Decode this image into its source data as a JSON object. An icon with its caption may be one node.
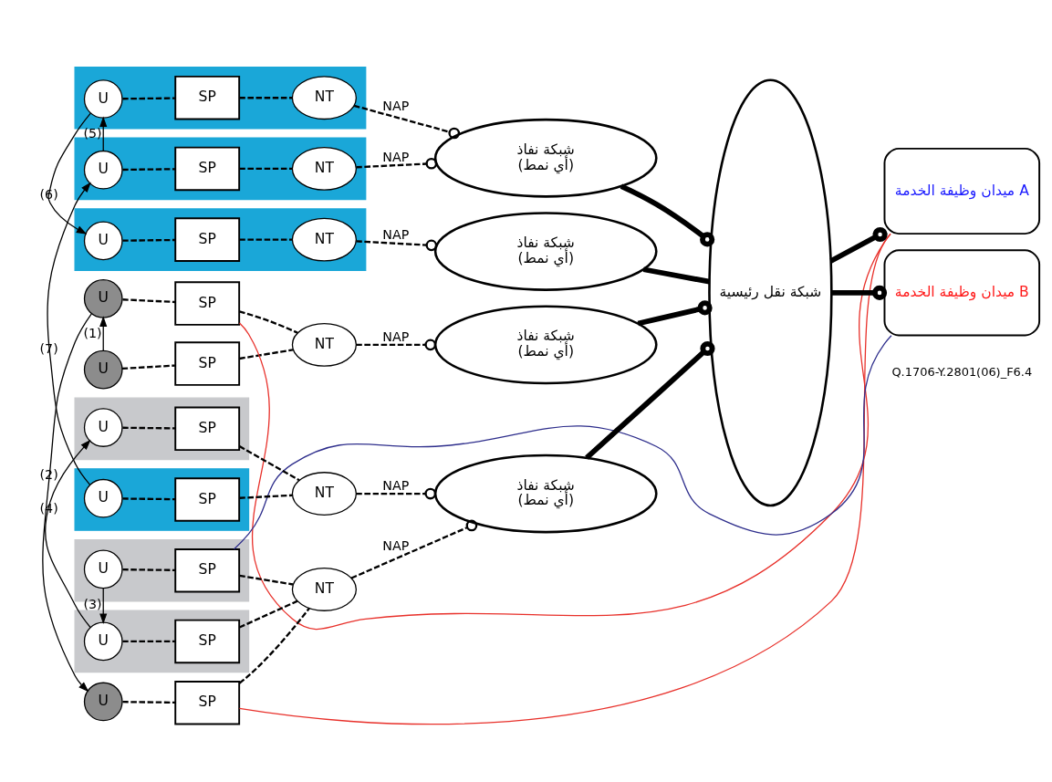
{
  "diagram": {
    "nodes": [
      {
        "text": [
          "U"
        ]
      },
      {
        "text": [
          "SP"
        ]
      },
      {
        "text": [
          "U"
        ]
      },
      {
        "text": [
          "SP"
        ]
      },
      {
        "text": [
          "NT"
        ]
      },
      {
        "text": [
          "U"
        ]
      },
      {
        "text": [
          "SP"
        ]
      },
      {
        "text": [
          "NT"
        ]
      },
      {
        "text": [],
        "shape": "box"
      },
      {
        "text": [
          "U"
        ],
        "in": 8
      },
      {
        "text": [
          "SP"
        ],
        "in": 8
      },
      {
        "text": [],
        "shape": "box"
      },
      {
        "text": [
          "U"
        ],
        "in": 11
      },
      {
        "text": [
          "SP"
        ],
        "in": 11
      },
      {
        "text": [],
        "shape": "box"
      },
      {
        "text": [
          "U"
        ],
        "in": 14
      },
      {
        "text": [
          "SP"
        ],
        "in": 14
      },
      {
        "text": [
          "NT"
        ]
      },
      {
        "text": [],
        "shape": "box"
      },
      {
        "text": [
          "U"
        ],
        "in": 18
      },
      {
        "text": [
          "SP"
        ],
        "in": 18
      },
      {
        "text": [],
        "shape": "box"
      },
      {
        "text": [
          "U"
        ],
        "in": 21
      },
      {
        "text": [
          "SP"
        ],
        "in": 21
      },
      {
        "text": [
          "NT"
        ],
        "in": 21
      },
      {
        "text": [],
        "shape": "box"
      },
      {
        "text": [
          "U"
        ],
        "in": 25
      },
      {
        "text": [
          "SP"
        ],
        "in": 25
      },
      {
        "text": [
          "NT"
        ],
        "in": 25
      },
      {
        "text": [],
        "shape": "box"
      },
      {
        "text": [
          "U"
        ],
        "in": 29
      },
      {
        "text": [
          "SP"
        ],
        "in": 29
      },
      {
        "text": [
          "NT"
        ],
        "in": 29
      },
      {
        "text": [
          "شبكة نفاذ",
          "(أي نمط)"
        ]
      },
      {
        "text": [
          "شبكة نفاذ",
          "(أي نمط)"
        ]
      },
      {
        "text": [
          "شبكة نفاذ",
          "(أي نمط)"
        ]
      },
      {
        "text": [
          "شبكة نفاذ",
          "(أي نمط)"
        ]
      },
      {
        "text": [
          "شبكة نقل رئيسية"
        ]
      },
      {
        "text": [
          "ميدان وظيفة الخدمة A"
        ]
      },
      {
        "text": [
          "ميدان وظيفة الخدمة B"
        ]
      }
    ],
    "edges": [
      {
        "from": 0,
        "to": 1,
        "arrow": "none",
        "style": "dashed"
      },
      {
        "from": 2,
        "to": 3,
        "arrow": "none",
        "style": "dashed"
      },
      {
        "from": 5,
        "to": 6,
        "arrow": "none",
        "style": "dashed"
      },
      {
        "from": 9,
        "to": 10,
        "arrow": "none",
        "style": "dashed"
      },
      {
        "from": 12,
        "to": 13,
        "arrow": "none",
        "style": "dashed"
      },
      {
        "from": 15,
        "to": 16,
        "arrow": "none",
        "style": "dashed"
      },
      {
        "from": 19,
        "to": 20,
        "arrow": "none",
        "style": "dashed"
      },
      {
        "from": 22,
        "to": 23,
        "arrow": "none",
        "style": "dashed"
      },
      {
        "from": 23,
        "to": 24,
        "arrow": "none",
        "style": "dashed"
      },
      {
        "from": 26,
        "to": 27,
        "arrow": "none",
        "style": "dashed"
      },
      {
        "from": 27,
        "to": 28,
        "arrow": "none",
        "style": "dashed"
      },
      {
        "from": 30,
        "to": 31,
        "arrow": "none",
        "style": "dashed"
      },
      {
        "from": 31,
        "to": 32,
        "arrow": "none",
        "style": "dashed"
      },
      {
        "from": 1,
        "to": 4,
        "arrow": "none",
        "style": "dashed"
      },
      {
        "from": 3,
        "to": 4,
        "arrow": "none",
        "style": "dashed"
      },
      {
        "from": 6,
        "to": 7,
        "arrow": "none",
        "style": "dashed"
      },
      {
        "from": 10,
        "to": 7,
        "arrow": "none",
        "style": "dashed"
      },
      {
        "from": 13,
        "to": 7,
        "arrow": "none",
        "style": "dashed"
      },
      {
        "from": 16,
        "to": 17,
        "arrow": "none",
        "style": "dashed"
      },
      {
        "from": 20,
        "to": 17,
        "arrow": "none",
        "style": "dashed"
      },
      {
        "from": 4,
        "to": 33,
        "arrow": "other",
        "label": "NAP",
        "style": "dashed"
      },
      {
        "from": 7,
        "to": 34,
        "arrow": "other",
        "label": "NAP",
        "style": "dashed"
      },
      {
        "from": 17,
        "to": 34,
        "arrow": "other",
        "label": "NAP",
        "style": "dashed"
      },
      {
        "from": 24,
        "to": 35,
        "arrow": "other",
        "label": "NAP",
        "style": "dashed"
      },
      {
        "from": 28,
        "to": 35,
        "arrow": "other",
        "label": "NAP",
        "style": "dashed"
      },
      {
        "from": 32,
        "to": 36,
        "arrow": "other",
        "label": "NAP",
        "style": "dashed"
      },
      {
        "from": 33,
        "to": 37,
        "arrow": "other",
        "style": "thick"
      },
      {
        "from": 34,
        "to": 37,
        "arrow": "other",
        "style": "thick"
      },
      {
        "from": 35,
        "to": 37,
        "arrow": "other",
        "style": "thick"
      },
      {
        "from": 36,
        "to": 37,
        "arrow": "none",
        "style": "thick"
      },
      {
        "from": 37,
        "to": 38,
        "arrow": "other",
        "style": "thick"
      },
      {
        "from": 37,
        "to": 39,
        "arrow": "other",
        "style": "thick"
      },
      {
        "from": 0,
        "to": 2,
        "arrow": "to",
        "label": "(1)"
      },
      {
        "from": 2,
        "to": 5,
        "arrow": "to",
        "label": "(2)"
      },
      {
        "from": 9,
        "to": 12,
        "arrow": "to",
        "label": "(3)"
      },
      {
        "from": 12,
        "to": 15,
        "arrow": "to",
        "label": "(4)"
      },
      {
        "from": 19,
        "to": 22,
        "arrow": "to",
        "label": "(7)"
      },
      {
        "from": 22,
        "to": 26,
        "arrow": "to",
        "label": "(5)"
      },
      {
        "from": 26,
        "to": 30,
        "arrow": "to",
        "label": "(6)"
      },
      {
        "from": 3,
        "to": 38,
        "arrow": "none",
        "color": "#e8302a"
      },
      {
        "from": 6,
        "to": 38,
        "arrow": "none",
        "color": "#e8302a"
      },
      {
        "from": 10,
        "to": 39,
        "arrow": "none",
        "color": "#2e2e8c"
      }
    ],
    "labels": [
      "Q.1706-Y.2801(06)_F6.4"
    ]
  }
}
